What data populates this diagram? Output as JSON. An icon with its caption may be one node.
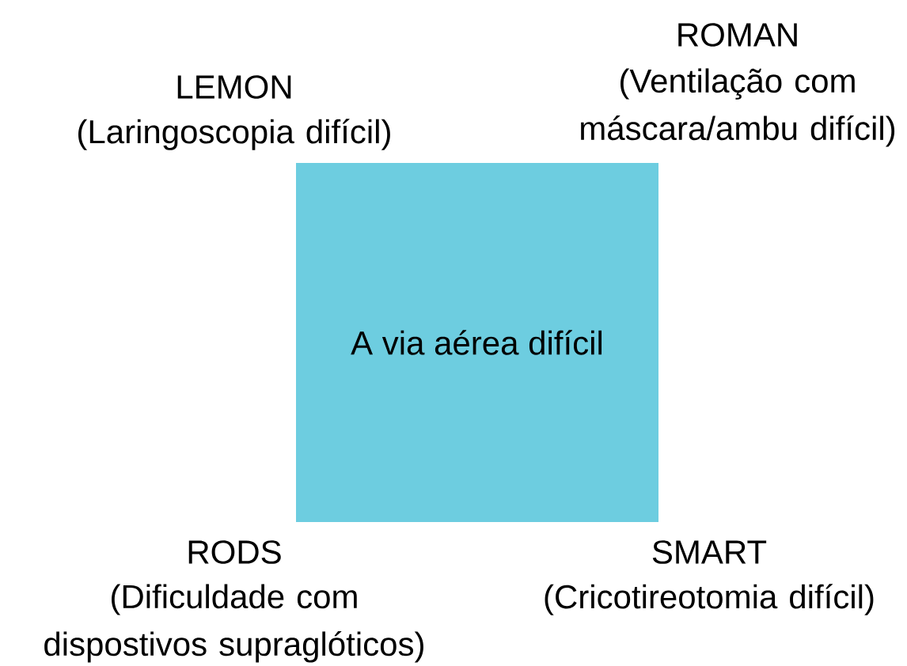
{
  "diagram": {
    "nodes": [
      {
        "text": [
          "A via aérea difícil"
        ]
      }
    ],
    "labels": [
      "LEMON",
      "(Laringoscopia difícil)",
      "ROMAN",
      "(Ventilação com máscara/ambu difícil)",
      "RODS",
      "(Dificuldade com dispostivos supraglóticos)",
      "SMART",
      "(Cricotireotomia difícil)"
    ]
  }
}
